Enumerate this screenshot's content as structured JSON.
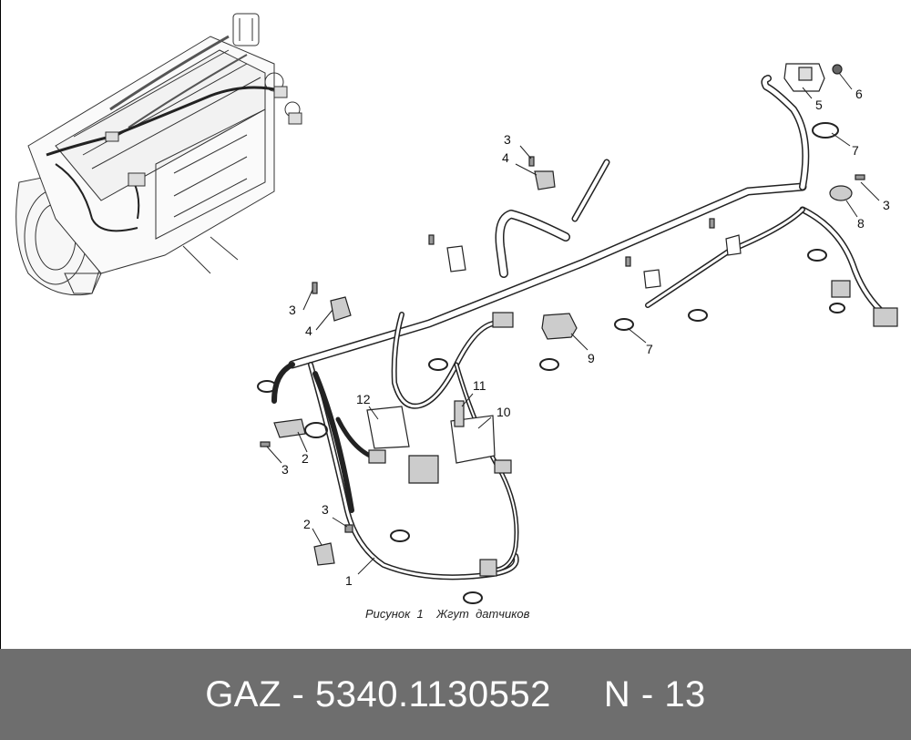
{
  "caption": "Рисунок  1    Жгут  датчиков",
  "footer": {
    "brand": "GAZ",
    "part_number": "5340.1130552",
    "page_ref": "N - 13",
    "text": "GAZ - 5340.1130552     N - 13"
  },
  "callouts": {
    "c1": "1",
    "c2a": "2",
    "c2b": "2",
    "c3a": "3",
    "c3b": "3",
    "c3c": "3",
    "c3d": "3",
    "c3e": "3",
    "c4a": "4",
    "c4b": "4",
    "c5": "5",
    "c6": "6",
    "c7a": "7",
    "c7b": "7",
    "c8": "8",
    "c9": "9",
    "c10": "10",
    "c11": "11",
    "c12": "12"
  }
}
